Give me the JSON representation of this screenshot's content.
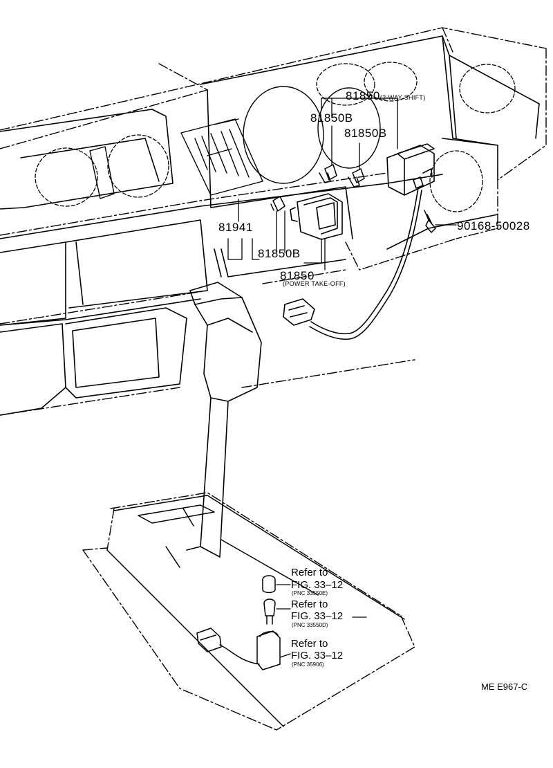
{
  "parts": {
    "p81850_top": "81850",
    "p81850_top_note": "(2-WAY SHIFT)",
    "p81850B_a": "81850B",
    "p81850B_b": "81850B",
    "p81941": "81941",
    "p81850B_c": "81850B",
    "p81850_bottom": "81850",
    "p81850_bottom_note": "(POWER TAKE-OFF)",
    "p90168": "90168-50028"
  },
  "refs": [
    {
      "line1": "Refer to",
      "line2": "FIG. 33–12",
      "pnc": "(PNC 33550E)"
    },
    {
      "line1": "Refer to",
      "line2": "FIG. 33–12",
      "pnc": "(PNC 33550D)"
    },
    {
      "line1": "Refer to",
      "line2": "FIG. 33–12",
      "pnc": "(PNC 35906)"
    }
  ],
  "code": "ME E967-C"
}
